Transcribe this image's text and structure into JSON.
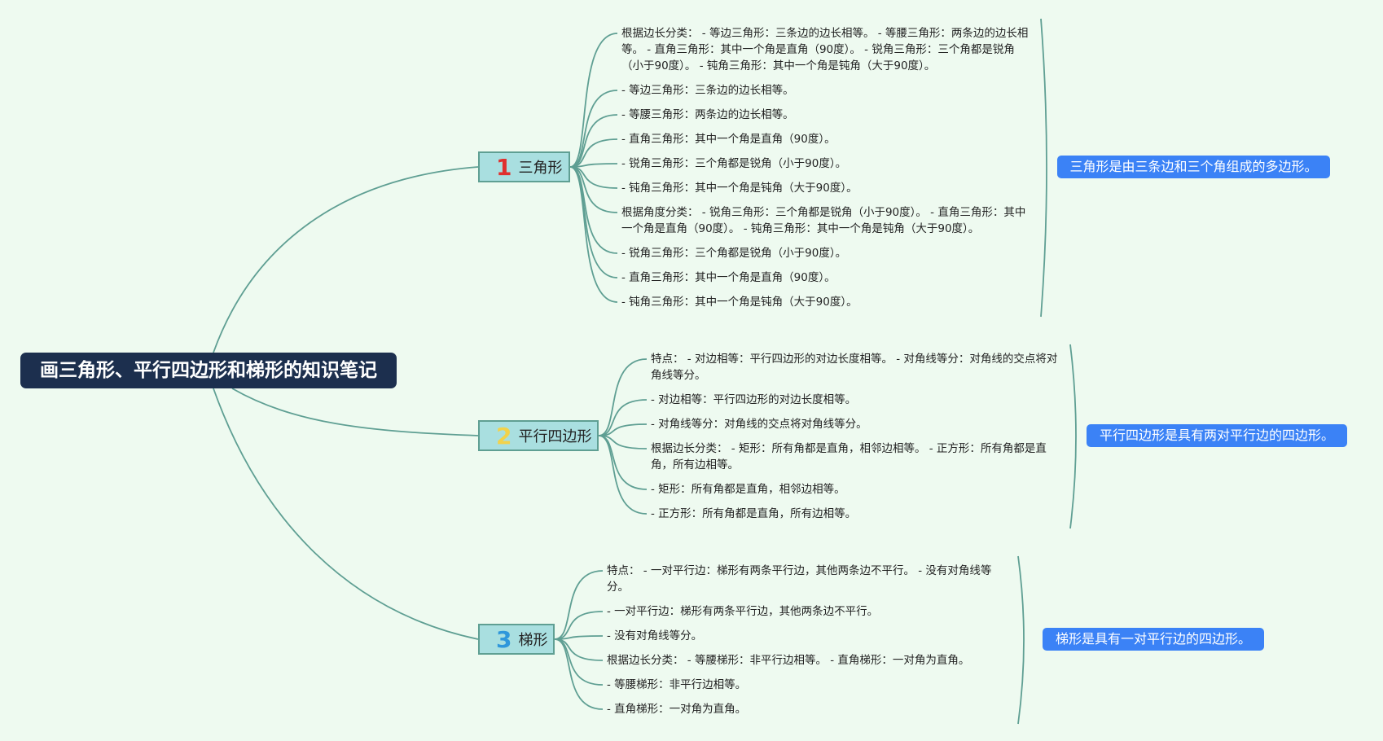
{
  "root": {
    "title": "画三角形、平行四边形和梯形的知识笔记"
  },
  "branches": [
    {
      "num": "1",
      "label": "三角形",
      "num_color": "#e0302e",
      "summary": "三角形是由三条边和三个角组成的多边形。",
      "leaves": [
        "根据边长分类： - 等边三角形：三条边的边长相等。 - 等腰三角形：两条边的边长相等。 - 直角三角形：其中一个角是直角（90度）。 - 锐角三角形：三个角都是锐角（小于90度）。 - 钝角三角形：其中一个角是钝角（大于90度）。",
        "- 等边三角形：三条边的边长相等。",
        "- 等腰三角形：两条边的边长相等。",
        "- 直角三角形：其中一个角是直角（90度）。",
        "- 锐角三角形：三个角都是锐角（小于90度）。",
        "- 钝角三角形：其中一个角是钝角（大于90度）。",
        "根据角度分类： - 锐角三角形：三个角都是锐角（小于90度）。 - 直角三角形：其中一个角是直角（90度）。 - 钝角三角形：其中一个角是钝角（大于90度）。",
        "- 锐角三角形：三个角都是锐角（小于90度）。",
        "- 直角三角形：其中一个角是直角（90度）。",
        "- 钝角三角形：其中一个角是钝角（大于90度）。"
      ]
    },
    {
      "num": "2",
      "label": "平行四边形",
      "num_color": "#f2d24b",
      "summary": "平行四边形是具有两对平行边的四边形。",
      "leaves": [
        "特点： - 对边相等：平行四边形的对边长度相等。 - 对角线等分：对角线的交点将对角线等分。",
        "- 对边相等：平行四边形的对边长度相等。",
        "- 对角线等分：对角线的交点将对角线等分。",
        "根据边长分类： - 矩形：所有角都是直角，相邻边相等。 - 正方形：所有角都是直角，所有边相等。",
        "- 矩形：所有角都是直角，相邻边相等。",
        "- 正方形：所有角都是直角，所有边相等。"
      ]
    },
    {
      "num": "3",
      "label": "梯形",
      "num_color": "#2f97db",
      "summary": "梯形是具有一对平行边的四边形。",
      "leaves": [
        "特点： - 一对平行边：梯形有两条平行边，其他两条边不平行。 - 没有对角线等分。",
        "- 一对平行边：梯形有两条平行边，其他两条边不平行。",
        "- 没有对角线等分。",
        "根据边长分类： - 等腰梯形：非平行边相等。 - 直角梯形：一对角为直角。",
        "- 等腰梯形：非平行边相等。",
        "- 直角梯形：一对角为直角。"
      ]
    }
  ],
  "colors": {
    "background": "#eefaf0",
    "line": "#5f9f93",
    "root_bg": "#1c2f4e",
    "branch_bg": "#a9dfe0",
    "summary_bg": "#3b82f6"
  }
}
